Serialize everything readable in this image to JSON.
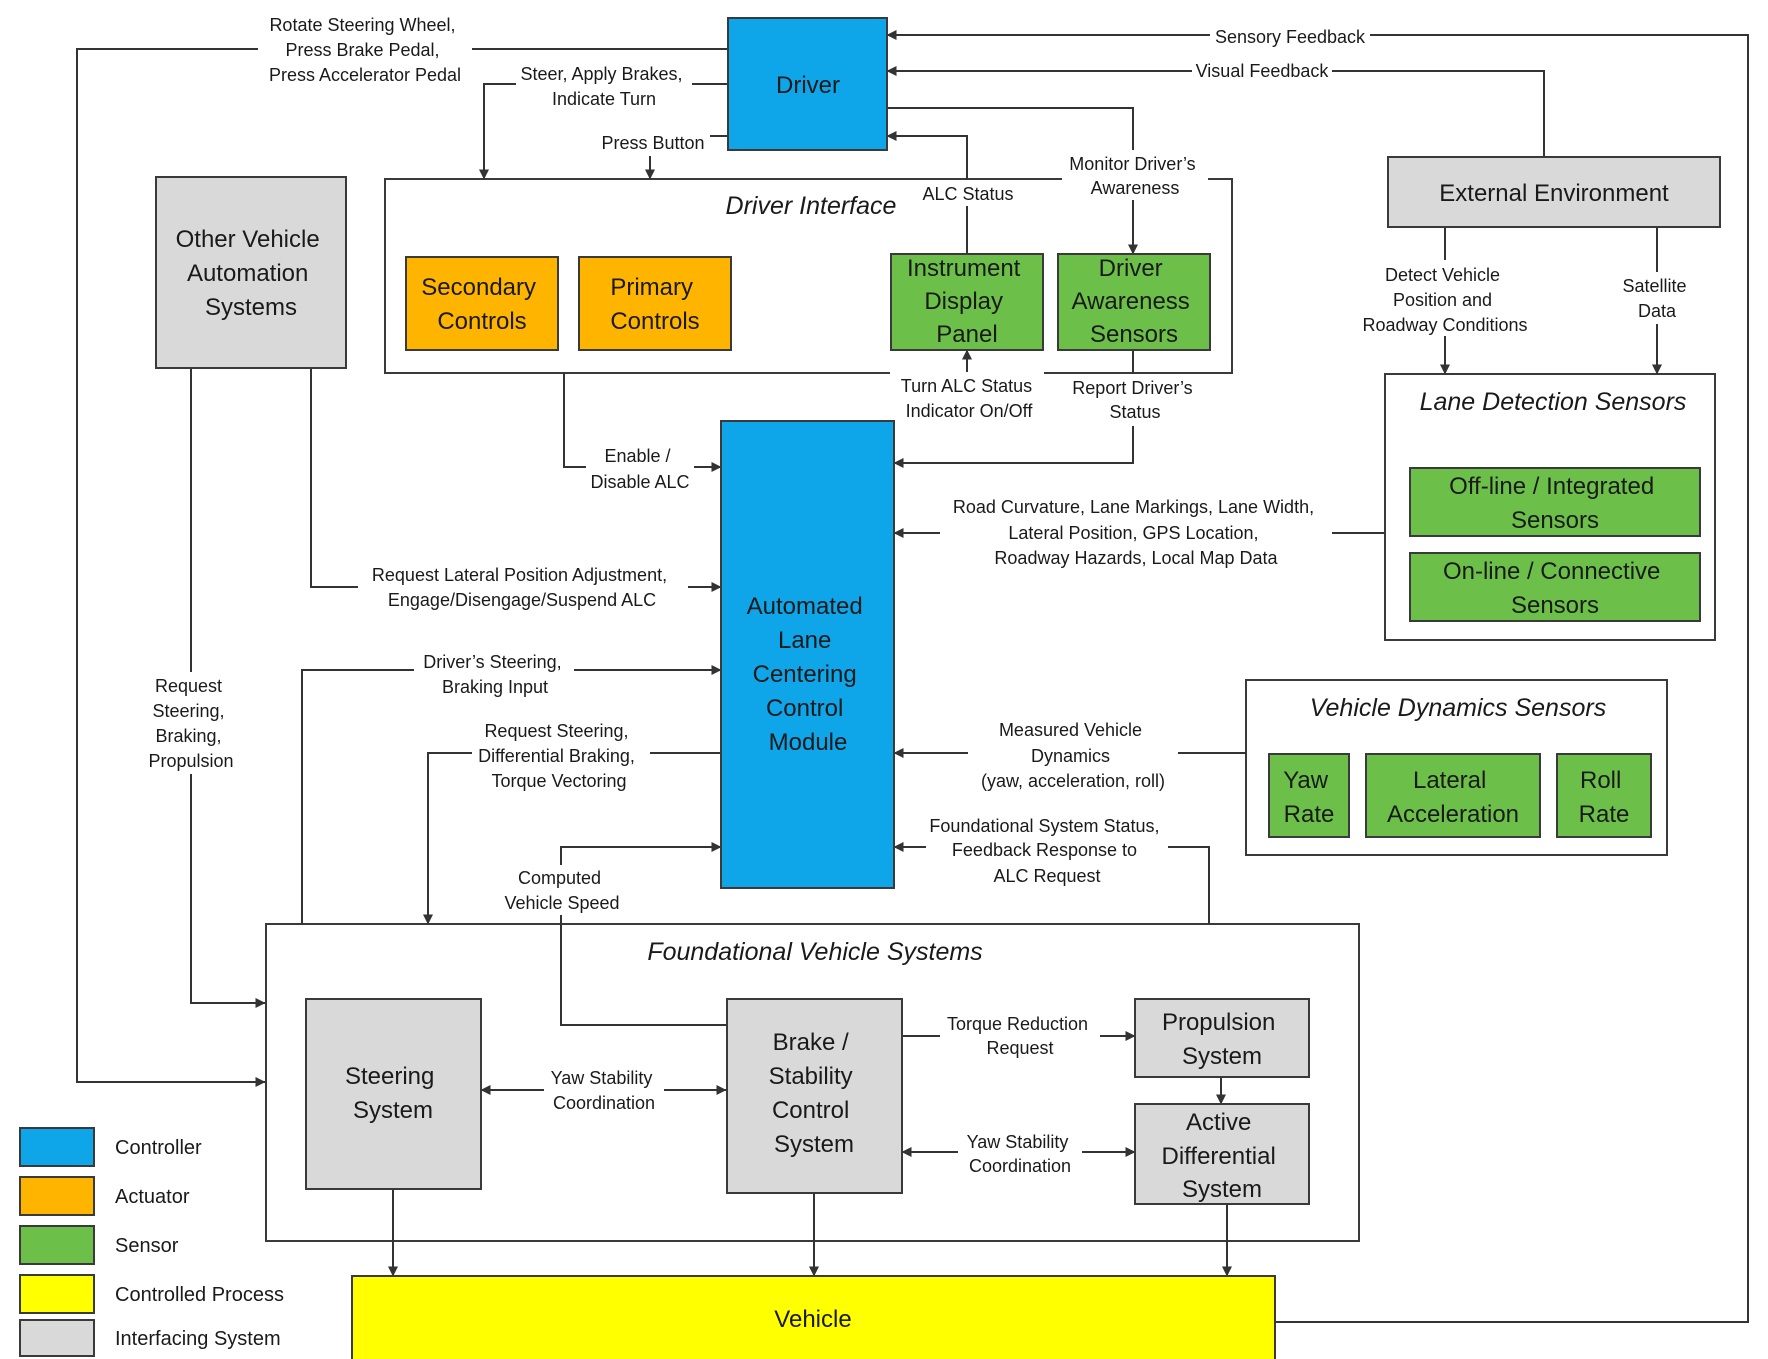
{
  "colors": {
    "controller": "#0ea5e9",
    "actuator": "#ffb400",
    "sensor": "#6cc04a",
    "controlled_process": "#ffff00",
    "interfacing_system": "#d9d9d9",
    "line": "#333333"
  },
  "blocks": {
    "driver": "Driver",
    "other_vehicle_automation": [
      "Other Vehicle",
      "Automation",
      "Systems"
    ],
    "secondary_controls": [
      "Secondary",
      "Controls"
    ],
    "primary_controls": [
      "Primary",
      "Controls"
    ],
    "instrument_display_panel": [
      "Instrument",
      "Display",
      "Panel"
    ],
    "driver_awareness_sensors": [
      "Driver",
      "Awareness",
      "Sensors"
    ],
    "external_environment": "External Environment",
    "offline_integrated_sensors": [
      "Off-line / Integrated",
      "Sensors"
    ],
    "online_connective_sensors": [
      "On-line / Connective",
      "Sensors"
    ],
    "alc_module": [
      "Automated",
      "Lane",
      "Centering",
      "Control",
      "Module"
    ],
    "yaw_rate": [
      "Yaw",
      "Rate"
    ],
    "lateral_acceleration": [
      "Lateral",
      "Acceleration"
    ],
    "roll_rate": [
      "Roll",
      "Rate"
    ],
    "steering_system": [
      "Steering",
      "System"
    ],
    "brake_stability": [
      "Brake /",
      "Stability",
      "Control",
      "System"
    ],
    "propulsion_system": [
      "Propulsion",
      "System"
    ],
    "active_differential": [
      "Active",
      "Differential",
      "System"
    ],
    "vehicle": "Vehicle"
  },
  "groups": {
    "driver_interface": "Driver Interface",
    "lane_detection_sensors": "Lane Detection Sensors",
    "vehicle_dynamics_sensors": "Vehicle Dynamics Sensors",
    "foundational_vehicle_systems": "Foundational Vehicle Systems"
  },
  "labels": {
    "rotate_steering": [
      "Rotate Steering Wheel,",
      "Press Brake Pedal,",
      "Press Accelerator Pedal"
    ],
    "steer_apply": [
      "Steer, Apply Brakes,",
      "Indicate Turn"
    ],
    "press_button": "Press Button",
    "alc_status": "ALC Status",
    "monitor_awareness": [
      "Monitor Driver’s",
      "Awareness"
    ],
    "sensory_feedback": "Sensory Feedback",
    "visual_feedback": "Visual Feedback",
    "detect_vehicle": [
      "Detect Vehicle",
      "Position and",
      "Roadway Conditions"
    ],
    "satellite_data": [
      "Satellite",
      "Data"
    ],
    "turn_alc_indicator": [
      "Turn ALC Status",
      "Indicator On/Off"
    ],
    "report_status": [
      "Report Driver’s",
      "Status"
    ],
    "enable_disable": [
      "Enable /",
      "Disable ALC"
    ],
    "road_curvature": [
      "Road Curvature, Lane Markings, Lane Width,",
      "Lateral Position, GPS Location,",
      "Roadway Hazards, Local Map Data"
    ],
    "request_lateral": [
      "Request Lateral Position Adjustment,",
      "Engage/Disengage/Suspend ALC"
    ],
    "drivers_steering": [
      "Driver’s Steering,",
      "Braking Input"
    ],
    "request_sbp": [
      "Request",
      "Steering,",
      "Braking,",
      "Propulsion"
    ],
    "request_steering_diff": [
      "Request Steering,",
      "Differential Braking,",
      "Torque Vectoring"
    ],
    "measured_dynamics": [
      "Measured Vehicle",
      "Dynamics",
      "(yaw, acceleration, roll)"
    ],
    "foundational_status": [
      "Foundational System Status,",
      "Feedback Response to",
      "ALC Request"
    ],
    "computed_speed": [
      "Computed",
      "Vehicle Speed"
    ],
    "torque_reduction": [
      "Torque Reduction",
      "Request"
    ],
    "yaw_stability_1": [
      "Yaw Stability",
      "Coordination"
    ],
    "yaw_stability_2": [
      "Yaw Stability",
      "Coordination"
    ]
  },
  "legend": [
    {
      "label": "Controller",
      "color": "#0ea5e9"
    },
    {
      "label": "Actuator",
      "color": "#ffb400"
    },
    {
      "label": "Sensor",
      "color": "#6cc04a"
    },
    {
      "label": "Controlled Process",
      "color": "#ffff00"
    },
    {
      "label": "Interfacing System",
      "color": "#d9d9d9"
    }
  ]
}
